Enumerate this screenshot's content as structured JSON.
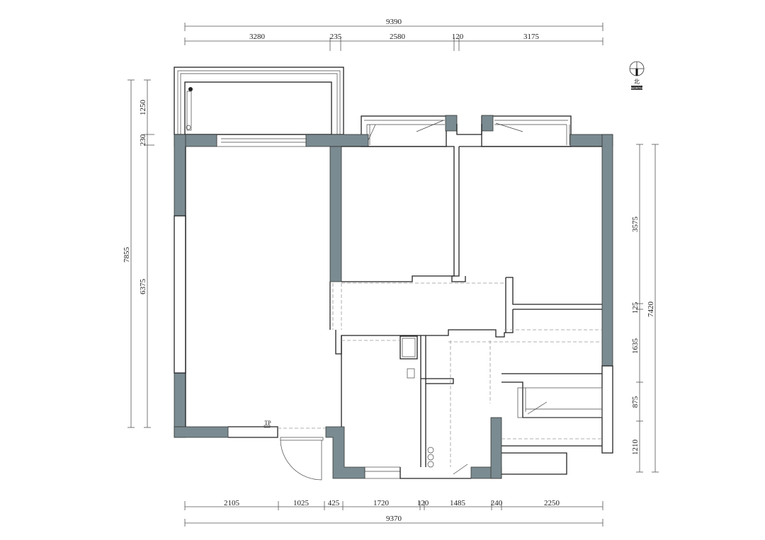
{
  "dimensions": {
    "top_total": "9390",
    "top": [
      "3280",
      "235",
      "2580",
      "120",
      "3175"
    ],
    "bottom": [
      "2105",
      "1025",
      "425",
      "1720",
      "120",
      "1485",
      "240",
      "2250"
    ],
    "bottom_total": "9370",
    "left_total": "7855",
    "left": [
      "1250",
      "230",
      "6375"
    ],
    "right": [
      "3575",
      "125",
      "1635",
      "875",
      "1210"
    ],
    "right_total": "7420"
  },
  "north_arrow": {
    "cn": "北",
    "en": "NORTH"
  },
  "labels": {
    "tp": "TP"
  },
  "colors": {
    "wall": "#7a8b91"
  }
}
